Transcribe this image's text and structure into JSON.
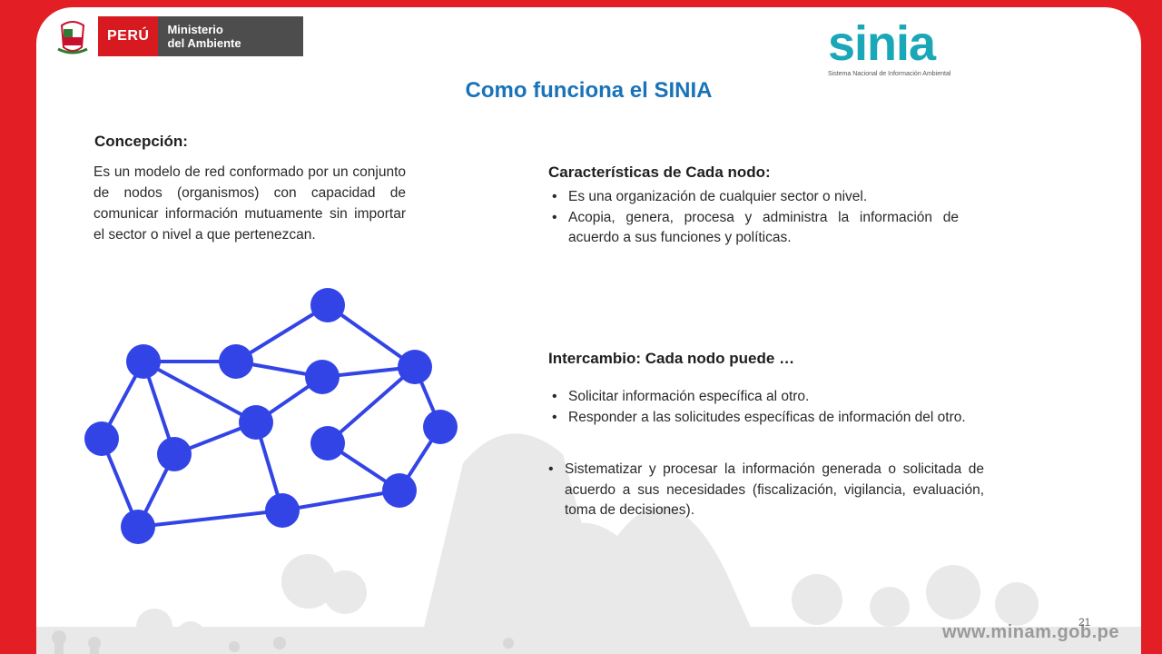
{
  "header": {
    "country": "PERÚ",
    "ministry_line1": "Ministerio",
    "ministry_line2": "del Ambiente",
    "sinia_logo": "sinia",
    "sinia_subtitle": "Sistema Nacional de Información Ambiental"
  },
  "title": "Como funciona el SINIA",
  "concepcion": {
    "heading": "Concepción:",
    "text": "Es un modelo de red conformado por un conjunto de nodos (organismos) con capacidad de comunicar información mutuamente sin importar el sector o nivel a que pertenezcan."
  },
  "caracteristicas": {
    "heading": "Características de Cada nodo:",
    "items": [
      "Es una organización de cualquier sector o nivel.",
      "Acopia, genera, procesa y administra la información de acuerdo a sus funciones y políticas."
    ]
  },
  "intercambio": {
    "heading": "Intercambio: Cada nodo puede …",
    "items": [
      "Solicitar información específica al otro.",
      "Responder a las solicitudes específicas de información del otro."
    ],
    "extra_item": "Sistematizar y procesar la información generada o solicitada de acuerdo a sus necesidades (fiscalización, vigilancia, evaluación, toma de decisiones)."
  },
  "footer": {
    "url": "www.minam.gob.pe",
    "page_number": "21"
  },
  "colors": {
    "frame_red": "#e31e24",
    "title_blue": "#1a73b8",
    "node_blue": "#3344e6",
    "sinia_teal": "#1aa7b8"
  }
}
